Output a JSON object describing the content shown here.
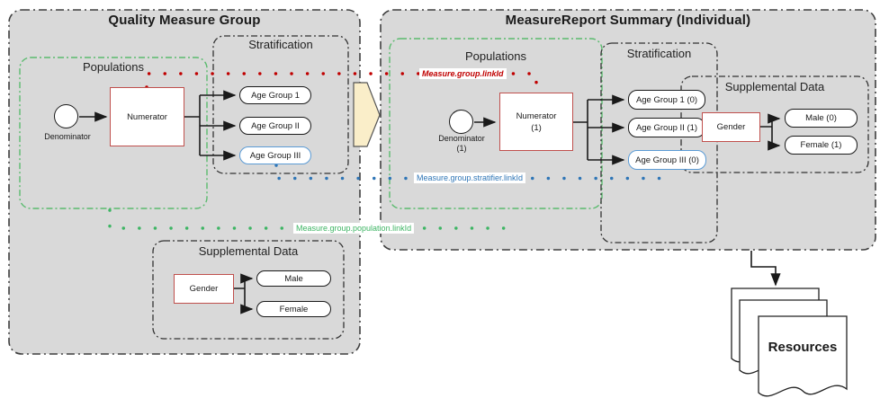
{
  "colors": {
    "panel_fill": "#d9d9d9",
    "panel_border": "#3f3f3f",
    "populations_green_border": "#5abb6e",
    "link_red": "#c00000",
    "link_blue": "#2e75b6",
    "link_green": "#3eb564",
    "node_red_border": "#c0504d",
    "strata_blue_border": "#5b9bd5",
    "transform_arrow_fill": "#faeec9"
  },
  "left_panel": {
    "title": "Quality Measure Group",
    "populations": {
      "label": "Populations",
      "denominator_label": "Denominator",
      "numerator_label": "Numerator"
    },
    "stratification": {
      "label": "Stratification",
      "items": [
        "Age Group 1",
        "Age Group II",
        "Age Group III"
      ]
    },
    "supplemental": {
      "label": "Supplemental Data",
      "gender_label": "Gender",
      "items": [
        "Male",
        "Female"
      ]
    }
  },
  "right_panel": {
    "title": "MeasureReport Summary (Individual)",
    "populations": {
      "label": "Populations",
      "denominator_label": "Denominator",
      "denominator_count": "(1)",
      "numerator_label": "Numerator",
      "numerator_count": "(1)"
    },
    "stratification": {
      "label": "Stratification",
      "items": [
        "Age Group 1 (0)",
        "Age Group II (1)",
        "Age Group III (0)"
      ]
    },
    "supplemental": {
      "label": "Supplemental Data",
      "gender_label": "Gender",
      "items": [
        "Male (0)",
        "Female (1)"
      ]
    }
  },
  "link_labels": {
    "group": "Measure.group.linkId",
    "stratifier": "Measure.group.stratifier.linkId",
    "population": "Measure.group.population.linkId"
  },
  "resources": {
    "label": "Resources"
  }
}
